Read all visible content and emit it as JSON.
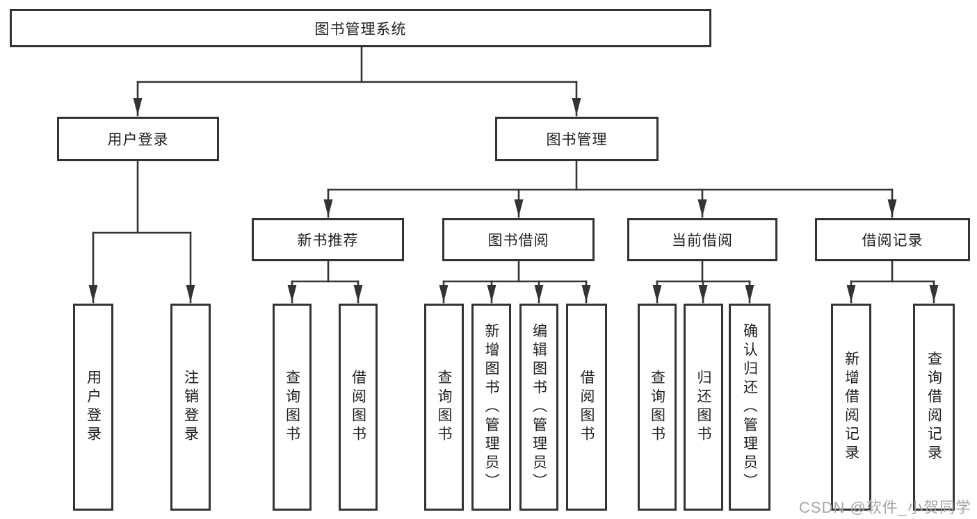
{
  "colors": {
    "line": "#333333",
    "text": "#1f1f1f",
    "watermark": "#a6a6a6",
    "background": "#ffffff"
  },
  "tree": {
    "root": {
      "label": "图书管理系统",
      "children": [
        {
          "label": "用户登录",
          "children": [
            {
              "label": "用户登录"
            },
            {
              "label": "注销登录"
            }
          ]
        },
        {
          "label": "图书管理",
          "children": [
            {
              "label": "新书推荐",
              "children": [
                {
                  "label": "查询图书"
                },
                {
                  "label": "借阅图书"
                }
              ]
            },
            {
              "label": "图书借阅",
              "children": [
                {
                  "label": "查询图书"
                },
                {
                  "label": "新增图书（管理员）"
                },
                {
                  "label": "编辑图书（管理员）"
                },
                {
                  "label": "借阅图书"
                }
              ]
            },
            {
              "label": "当前借阅",
              "children": [
                {
                  "label": "查询图书"
                },
                {
                  "label": "归还图书"
                },
                {
                  "label": "确认归还（管理员）"
                }
              ]
            },
            {
              "label": "借阅记录",
              "children": [
                {
                  "label": "新增借阅记录"
                },
                {
                  "label": "查询借阅记录"
                }
              ]
            }
          ]
        }
      ]
    }
  },
  "watermark": {
    "text": "CSDN @软件_小贺同学"
  }
}
